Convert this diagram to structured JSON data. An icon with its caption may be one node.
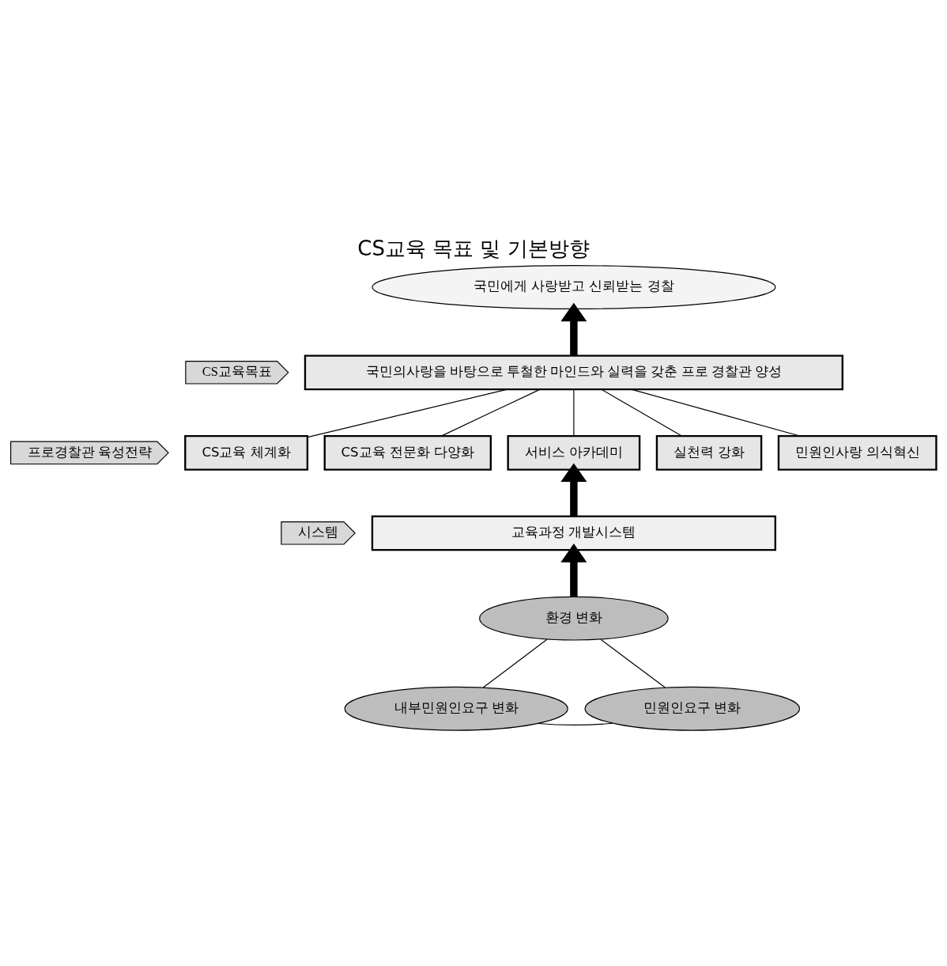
{
  "diagram": {
    "title": "CS교육 목표 및 기본방향",
    "nodes": [
      {
        "text": [
          "국민에게 사랑받고 신뢰받는 경찰"
        ]
      },
      {
        "text": [
          "CS교육목표"
        ]
      },
      {
        "text": [
          "국민의사랑을 바탕으로 투철한 마인드와 실력을 갖춘 프로 경찰관 양성"
        ]
      },
      {
        "text": [
          "프로경찰관 육성전략"
        ]
      },
      {
        "text": [
          "CS교육 체계화"
        ]
      },
      {
        "text": [
          "CS교육 전문화 다양화"
        ]
      },
      {
        "text": [
          "서비스 아카데미"
        ]
      },
      {
        "text": [
          "실천력 강화"
        ]
      },
      {
        "text": [
          "민원인사랑 의식혁신"
        ]
      },
      {
        "text": [
          "시스템"
        ]
      },
      {
        "text": [
          "교육과정 개발시스템"
        ]
      },
      {
        "text": [
          "환경 변화"
        ]
      },
      {
        "text": [
          "내부민원인요구 변화"
        ]
      },
      {
        "text": [
          "민원인요구 변화"
        ]
      }
    ],
    "edges": [
      {
        "from": 2,
        "to": 0,
        "arrow": "to",
        "style": "thick"
      },
      {
        "from": 4,
        "to": 2,
        "arrow": "none"
      },
      {
        "from": 5,
        "to": 2,
        "arrow": "none"
      },
      {
        "from": 6,
        "to": 2,
        "arrow": "none"
      },
      {
        "from": 7,
        "to": 2,
        "arrow": "none"
      },
      {
        "from": 8,
        "to": 2,
        "arrow": "none"
      },
      {
        "from": 10,
        "to": 6,
        "arrow": "to",
        "style": "thick"
      },
      {
        "from": 11,
        "to": 10,
        "arrow": "to",
        "style": "thick"
      },
      {
        "from": 12,
        "to": 11,
        "arrow": "none"
      },
      {
        "from": 13,
        "to": 11,
        "arrow": "none"
      },
      {
        "from": 12,
        "to": 13,
        "arrow": "none"
      }
    ]
  }
}
